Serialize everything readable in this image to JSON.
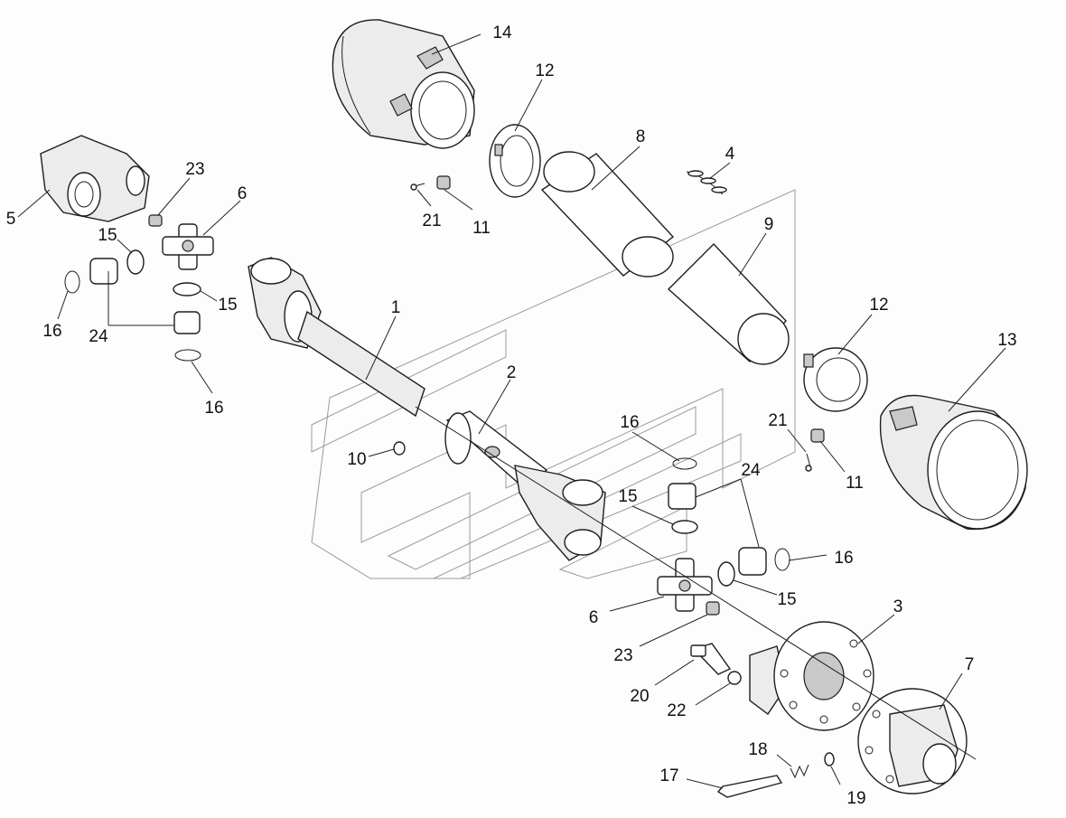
{
  "callouts": [
    {
      "id": "c1",
      "text": "1"
    },
    {
      "id": "c2",
      "text": "2"
    },
    {
      "id": "c3",
      "text": "3"
    },
    {
      "id": "c4",
      "text": "4"
    },
    {
      "id": "c5",
      "text": "5"
    },
    {
      "id": "c6a",
      "text": "6"
    },
    {
      "id": "c6b",
      "text": "6"
    },
    {
      "id": "c7",
      "text": "7"
    },
    {
      "id": "c8",
      "text": "8"
    },
    {
      "id": "c9",
      "text": "9"
    },
    {
      "id": "c10",
      "text": "10"
    },
    {
      "id": "c11a",
      "text": "11"
    },
    {
      "id": "c11b",
      "text": "11"
    },
    {
      "id": "c12a",
      "text": "12"
    },
    {
      "id": "c12b",
      "text": "12"
    },
    {
      "id": "c13",
      "text": "13"
    },
    {
      "id": "c14",
      "text": "14"
    },
    {
      "id": "c15a",
      "text": "15"
    },
    {
      "id": "c15b",
      "text": "15"
    },
    {
      "id": "c15c",
      "text": "15"
    },
    {
      "id": "c15d",
      "text": "15"
    },
    {
      "id": "c16a",
      "text": "16"
    },
    {
      "id": "c16b",
      "text": "16"
    },
    {
      "id": "c16c",
      "text": "16"
    },
    {
      "id": "c16d",
      "text": "16"
    },
    {
      "id": "c17",
      "text": "17"
    },
    {
      "id": "c18",
      "text": "18"
    },
    {
      "id": "c19",
      "text": "19"
    },
    {
      "id": "c20",
      "text": "20"
    },
    {
      "id": "c21a",
      "text": "21"
    },
    {
      "id": "c21b",
      "text": "21"
    },
    {
      "id": "c22",
      "text": "22"
    },
    {
      "id": "c23a",
      "text": "23"
    },
    {
      "id": "c23b",
      "text": "23"
    },
    {
      "id": "c24a",
      "text": "24"
    },
    {
      "id": "c24b",
      "text": "24"
    }
  ]
}
